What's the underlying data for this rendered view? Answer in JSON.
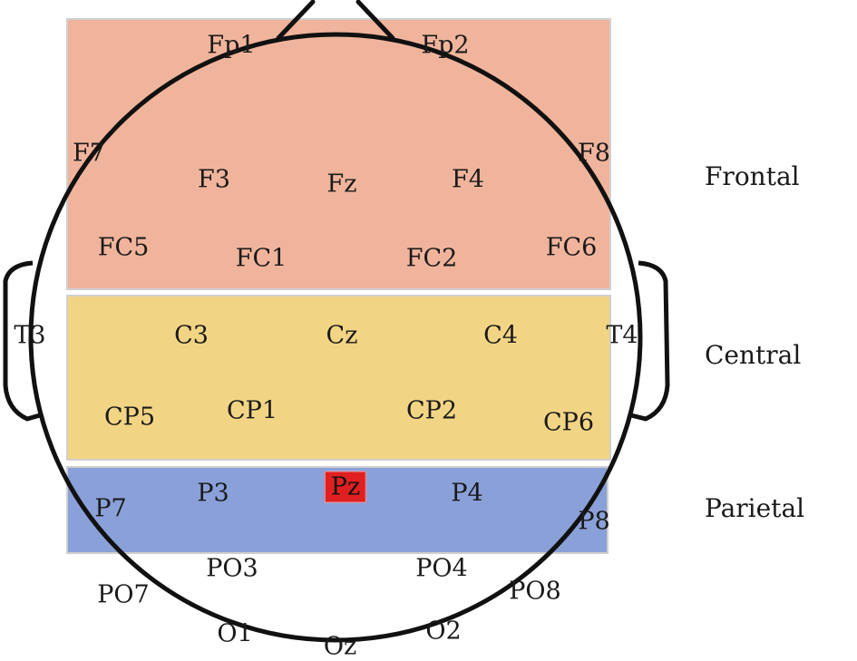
{
  "colors": {
    "frontal": "#f0b49c",
    "central": "#f2d584",
    "parietal": "#8aa0d8",
    "highlight": "#e02020",
    "outline": "#111111"
  },
  "regions": {
    "frontal": {
      "label": "Frontal"
    },
    "central": {
      "label": "Central"
    },
    "parietal": {
      "label": "Parietal"
    }
  },
  "electrodes": {
    "Fp1": "Fp1",
    "Fp2": "Fp2",
    "F7": "F7",
    "F8": "F8",
    "F3": "F3",
    "Fz": "Fz",
    "F4": "F4",
    "FC5": "FC5",
    "FC1": "FC1",
    "FC2": "FC2",
    "FC6": "FC6",
    "T3": "T3",
    "T4": "T4",
    "C3": "C3",
    "Cz": "Cz",
    "C4": "C4",
    "CP5": "CP5",
    "CP1": "CP1",
    "CP2": "CP2",
    "CP6": "CP6",
    "P7": "P7",
    "P3": "P3",
    "Pz": "Pz",
    "P4": "P4",
    "P8": "P8",
    "PO7": "PO7",
    "PO3": "PO3",
    "PO4": "PO4",
    "PO8": "PO8",
    "O1": "O1",
    "Oz": "Oz",
    "O2": "O2"
  },
  "highlighted_electrode": "Pz"
}
